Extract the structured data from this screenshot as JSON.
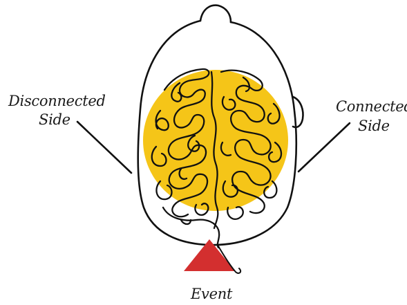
{
  "labels": {
    "disconnected_line1": "Disconnected",
    "disconnected_line2": "Side",
    "connected_line1": "Connected",
    "connected_line2": "Side",
    "event": "Event"
  },
  "colors": {
    "ink": "#111111",
    "brain_fill": "#F5C518",
    "event_triangle": "#D32F2F",
    "background": "#FFFFFF"
  },
  "icons": {
    "head": "head-top-view-icon",
    "brain": "brain-icon",
    "event": "triangle-icon"
  }
}
